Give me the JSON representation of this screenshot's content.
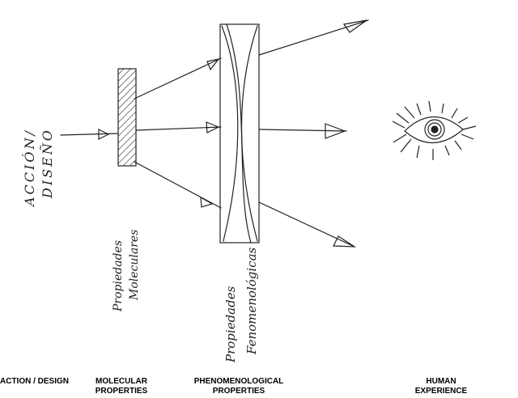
{
  "handwritten": {
    "action_line1": "ACCIÓN/",
    "action_line2": "DISEÑO",
    "molecular_line1": "Propiedades",
    "molecular_line2": "Moleculares",
    "phenom_line1": "Propiedades",
    "phenom_line2": "Fenomenológicas"
  },
  "labels": {
    "action": "ACTION / DESIGN",
    "molecular_1": "MOLECULAR",
    "molecular_2": "PROPERTIES",
    "phenom_1": "PHENOMENOLOGICAL",
    "phenom_2": "PROPERTIES",
    "human_1": "HUMAN",
    "human_2": "EXPERIENCE"
  },
  "colors": {
    "ink": "#222222"
  }
}
